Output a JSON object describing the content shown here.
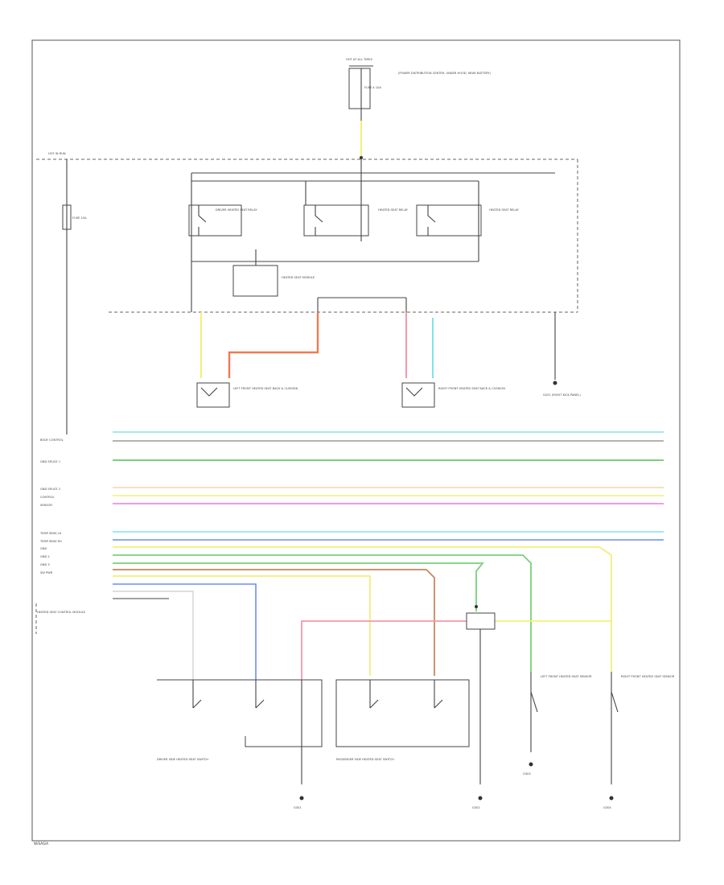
{
  "page_ref": "W/SAS/A",
  "hot_at_all_times": {
    "label": "HOT AT ALL TIMES"
  },
  "hot_in_run": {
    "label": "HOT IN RUN"
  },
  "top_fuse": {
    "label": "FUSE 4 10A"
  },
  "top_fuse_note": "(POWER DISTRIBUTION CENTER, UNDER HOOD, NEAR BATTERY)",
  "left_fuse": {
    "label": "FUSE 10A"
  },
  "relays": [
    {
      "label": "DRIVER HEATED SEAT RELAY"
    },
    {
      "label": "HEATED SEAT RELAY"
    },
    {
      "label": "HEATED SEAT RELAY"
    }
  ],
  "control_module": {
    "label": "HEATED SEAT MODULE"
  },
  "heated_seat_elements": [
    {
      "label": "LEFT FRONT HEATED SEAT BACK & CUSHION"
    },
    {
      "label": "RIGHT FRONT HEATED SEAT BACK & CUSHION"
    }
  ],
  "ground_top": {
    "label": "G201 (RIGHT KICK PANEL)"
  },
  "bus_labels": [
    "BODY CONTROL",
    "GND SPLICE 1",
    "GND SPLICE 2",
    "CONTROL",
    "SENSOR",
    "TEMP SENS LH",
    "TEMP SENS RH",
    "GND",
    "GND 2",
    "GND 3",
    "SW PWR"
  ],
  "ecu_label": "HEATED SEAT CONTROL MODULE",
  "switches": [
    {
      "label": "DRIVER SIDE HEATED SEAT SWITCH"
    },
    {
      "label": "PASSENGER SIDE HEATED SEAT SWITCH"
    }
  ],
  "seat_back_sensors": [
    {
      "label": "LEFT FRONT HEATED SEAT SENSOR"
    },
    {
      "label": "RIGHT FRONT HEATED SEAT SENSOR"
    }
  ],
  "grounds_bottom": [
    {
      "label": "G301"
    },
    {
      "label": "G302"
    },
    {
      "label": "G303"
    },
    {
      "label": "G304"
    }
  ],
  "colors": {
    "wire_yellow": "#f2ef7a",
    "wire_orange": "#f07a52",
    "wire_pink": "#f29aa8",
    "wire_cyan": "#7fe3ee",
    "wire_green": "#7ad07a",
    "wire_blue": "#6f8ee8",
    "wire_brown": "#c48860",
    "wire_tan": "#efd8a8",
    "wire_magenta": "#f07ad8",
    "wire_gray": "#999999"
  }
}
